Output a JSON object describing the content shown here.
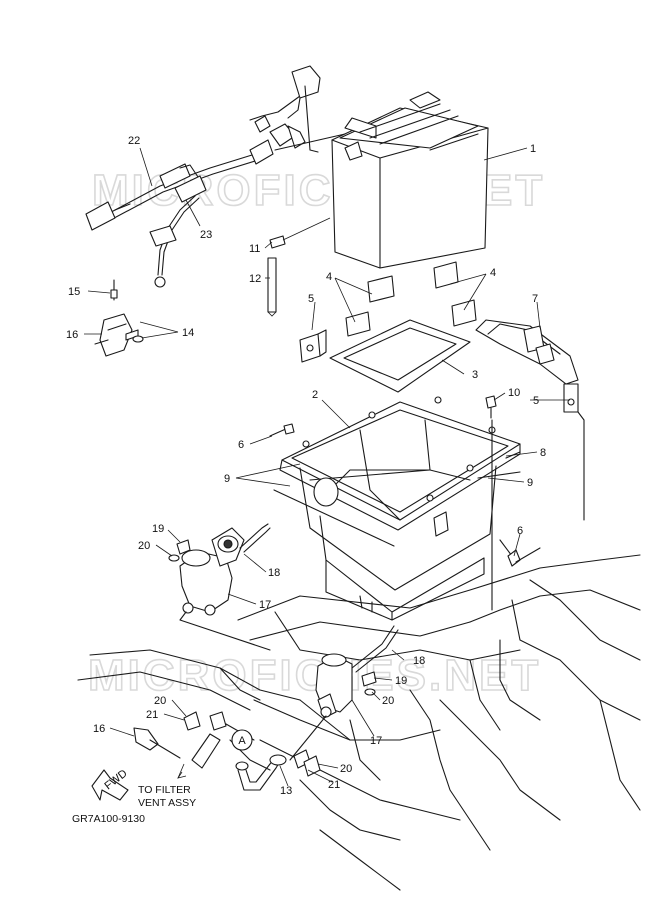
{
  "watermark": "MICROFICHES.NET",
  "drawing_code": "GR7A100-9130",
  "fwd_label": "FWD",
  "vent_note_line1": "TO FILTER",
  "vent_note_line2": "VENT ASSY",
  "ref_circle_label": "A",
  "callouts": {
    "c1": "1",
    "c2": "2",
    "c3": "3",
    "c4a": "4",
    "c4b": "4",
    "c5a": "5",
    "c5b": "5",
    "c6a": "6",
    "c6b": "6",
    "c7": "7",
    "c8": "8",
    "c9a": "9",
    "c9b": "9",
    "c10": "10",
    "c11": "11",
    "c12": "12",
    "c13": "13",
    "c14": "14",
    "c15": "15",
    "c16a": "16",
    "c16b": "16",
    "c17a": "17",
    "c17b": "17",
    "c18a": "18",
    "c18b": "18",
    "c19a": "19",
    "c19b": "19",
    "c20a": "20",
    "c20b": "20",
    "c20c": "20",
    "c20d": "20",
    "c21a": "21",
    "c21b": "21",
    "c22": "22",
    "c23": "23"
  }
}
